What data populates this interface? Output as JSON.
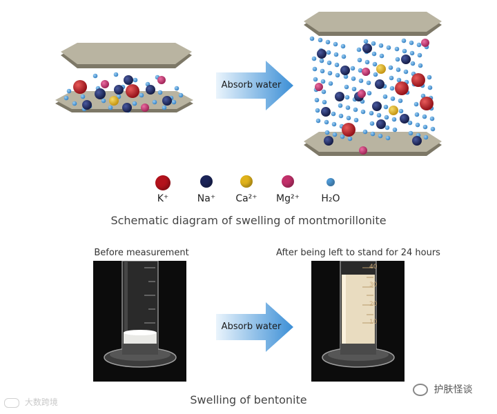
{
  "top_diagram": {
    "arrow_label": "Absorb water",
    "caption": "Schematic diagram of swelling of montmorillonite"
  },
  "legend": [
    {
      "label": "K⁺",
      "color": "#b3121c"
    },
    {
      "label": "Na⁺",
      "color": "#1b2458"
    },
    {
      "label": "Ca²⁺",
      "color": "#e0b21a"
    },
    {
      "label": "Mg²⁺",
      "color": "#c2306a"
    },
    {
      "label": "H₂O",
      "color": "#4f9ad6"
    }
  ],
  "photos": {
    "before_label": "Before measurement",
    "after_label": "After being left to stand for 24 hours",
    "arrow_label": "Absorb water",
    "caption": "Swelling of bentonite",
    "scale_marks": [
      "40",
      "30",
      "20",
      "10"
    ]
  },
  "watermarks": {
    "left": "大数跨境",
    "right": "护肤怪谈"
  }
}
